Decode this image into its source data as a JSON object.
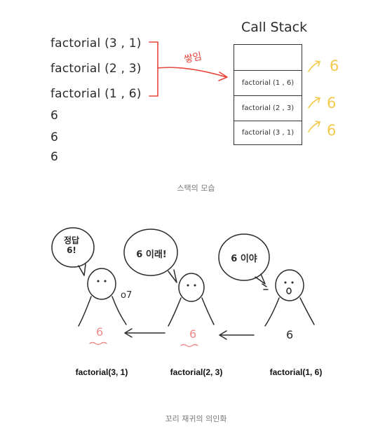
{
  "top_diagram": {
    "code_lines": [
      "factorial (3 , 1)",
      "factorial (2 , 3)",
      "factorial (1 , 6)"
    ],
    "result_lines": [
      "6",
      "6",
      "6"
    ],
    "bracket_label": "쌓임",
    "stack_title": "Call Stack",
    "stack_rows": [
      "factorial (1 , 6)",
      "factorial (2 , 3)",
      "factorial (3 , 1)"
    ],
    "return_values": [
      "6",
      "6",
      "6"
    ],
    "caption": "스택의 모습",
    "colors": {
      "accent_yellow": "#f2c94c",
      "accent_red": "#e8453c",
      "ink": "#2b2b2b"
    }
  },
  "bottom_diagram": {
    "people": [
      {
        "bubble": "정답\n6!",
        "side_text": "o7",
        "value": "6",
        "label": "factorial(3, 1)"
      },
      {
        "bubble": "6 이래!",
        "value": "6",
        "label": "factorial(2, 3)"
      },
      {
        "bubble": "6 이야",
        "value": "6",
        "label": "factorial(1, 6)"
      }
    ],
    "caption": "꼬리 재귀의 의인화",
    "colors": {
      "pink": "#f08a8a",
      "ink": "#2b2b2b"
    }
  }
}
